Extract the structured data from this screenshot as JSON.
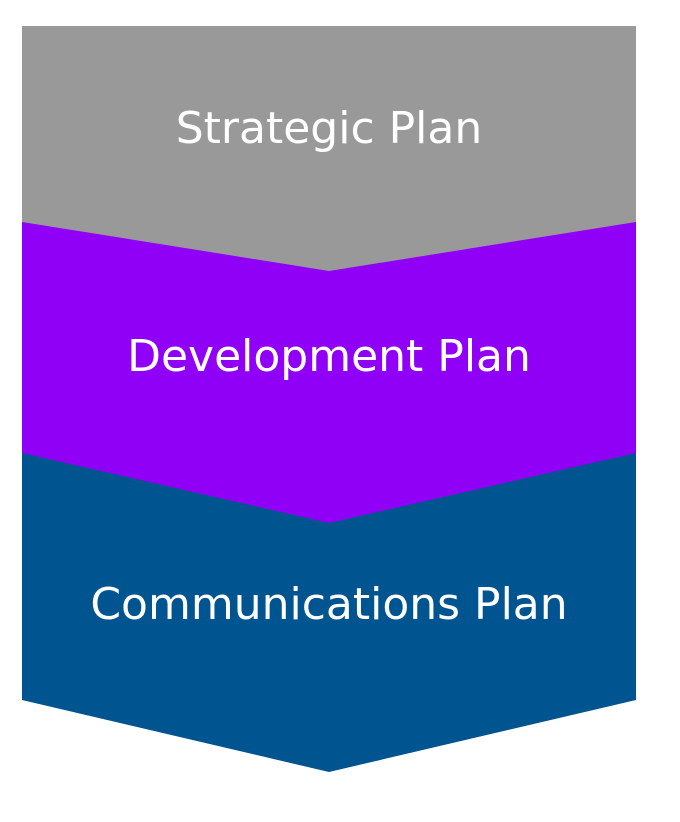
{
  "diagram": {
    "steps": [
      {
        "label": "Strategic Plan",
        "color": "#999999"
      },
      {
        "label": "Development Plan",
        "color": "#9100F6"
      },
      {
        "label": "Communications Plan",
        "color": "#005490"
      }
    ]
  }
}
